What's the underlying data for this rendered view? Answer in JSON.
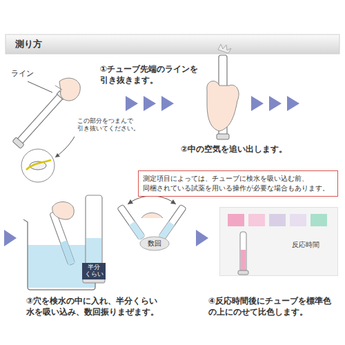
{
  "diagram": {
    "title": "測り方",
    "nodes": [
      {
        "text": [
          "測定項目によっては、チューブに検水を吸い込む前、 同梱されている試薬を用いる操作が必要な場合もあります。"
        ]
      },
      {
        "text": [
          "半分 くらい"
        ]
      },
      {
        "text": [
          "数回"
        ]
      },
      {
        "text": [
          "反応時間"
        ]
      }
    ],
    "labels": [
      "ライン",
      "この部分をつまんで 引き抜いてください。",
      "①チューブ先端のラインを 引き抜きます。",
      "②中の空気を追い出します。",
      "③穴を検水の中に入れ、半分くらい 水を吸い込み、数回振りまぜます。",
      "④反応時間後にチューブを標準色 の上にのせて比色します。"
    ]
  }
}
